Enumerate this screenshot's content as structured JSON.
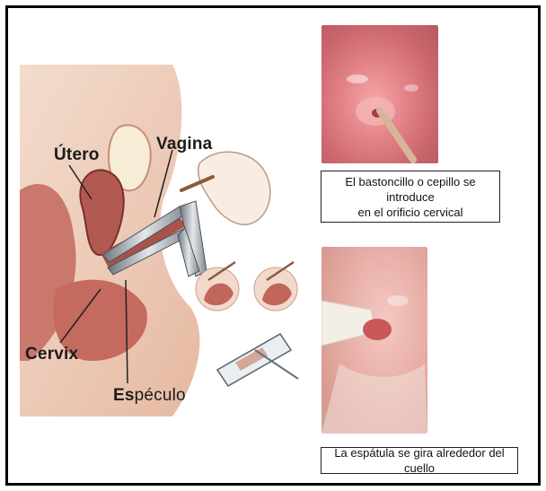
{
  "labels": {
    "utero": "Útero",
    "vagina": "Vagina",
    "cervix": "Cervix",
    "especulo_bold": "Es",
    "especulo_rest": "péculo"
  },
  "captions": {
    "top_line1": "El bastoncillo o cepillo se introduce",
    "top_line2": "en el orificio cervical",
    "bottom": "La espátula se gira alrededor del cuello"
  },
  "colors": {
    "border": "#000000",
    "tissue": "#b7625a",
    "tissue_light": "#e7b7a8",
    "skin": "#f0d6c4",
    "speculum": "#9aa3ad"
  }
}
